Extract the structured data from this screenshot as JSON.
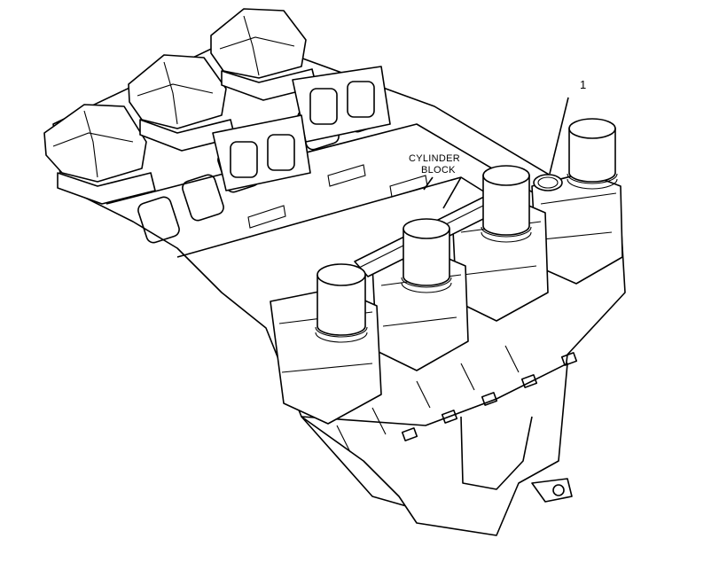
{
  "callouts": [
    {
      "id": "1",
      "text": "1"
    }
  ],
  "labels": {
    "cylinder_line1": "CYLINDER",
    "cylinder_line2": "BLOCK"
  }
}
